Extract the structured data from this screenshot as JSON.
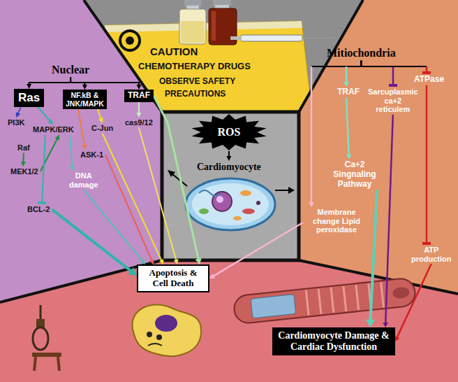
{
  "diagram": {
    "nodes": [
      {
        "text": [
          "Nuclear"
        ]
      },
      {
        "text": [
          "Ras"
        ]
      },
      {
        "text": [
          "NF.kB",
          "&",
          "JNK/MAPK"
        ]
      },
      {
        "text": [
          "TRAF"
        ]
      },
      {
        "text": [
          "PI3K"
        ]
      },
      {
        "text": [
          "MAPK/ERK"
        ]
      },
      {
        "text": [
          "Raf"
        ]
      },
      {
        "text": [
          "C-Jun"
        ]
      },
      {
        "text": [
          "cas9/12"
        ]
      },
      {
        "text": [
          "ASK-1"
        ]
      },
      {
        "text": [
          "MEK1/2"
        ]
      },
      {
        "text": [
          "DNA damage"
        ]
      },
      {
        "text": [
          "BCL-2"
        ]
      },
      {
        "text": [
          "ROS"
        ]
      },
      {
        "text": [
          "Cardiomyocyte"
        ]
      },
      {
        "text": [
          "Mitiochondria"
        ]
      },
      {
        "text": [
          "TRAF"
        ]
      },
      {
        "text": [
          "Sarcuplasmic ca+2 reticulem"
        ]
      },
      {
        "text": [
          "ATPase"
        ]
      },
      {
        "text": [
          "Ca+2 Singnaling Pathway"
        ]
      },
      {
        "text": [
          "Membrane change Lipid peroxidase"
        ]
      },
      {
        "text": [
          "ATP production"
        ]
      },
      {
        "text": [
          "Apoptosis & Cell Death"
        ]
      },
      {
        "text": [
          "Cardiomyocyte Damage & Cardiac Dysfunction"
        ]
      }
    ],
    "edges": [
      {
        "from": 0,
        "to": 1,
        "arrow": "to"
      },
      {
        "from": 0,
        "to": 2,
        "arrow": "to"
      },
      {
        "from": 0,
        "to": 3,
        "arrow": "to"
      },
      {
        "from": 1,
        "to": 4,
        "arrow": "to"
      },
      {
        "from": 1,
        "to": 5,
        "arrow": "to"
      },
      {
        "from": 6,
        "to": 10,
        "arrow": "to"
      },
      {
        "from": 10,
        "to": 5,
        "arrow": "to"
      },
      {
        "from": 5,
        "to": 12,
        "arrow": "to"
      },
      {
        "from": 5,
        "to": 11,
        "arrow": "to"
      },
      {
        "from": 11,
        "to": 22,
        "arrow": "to"
      },
      {
        "from": 12,
        "to": 22,
        "arrow": "to"
      },
      {
        "from": 2,
        "to": 7,
        "arrow": "to"
      },
      {
        "from": 2,
        "to": 9,
        "arrow": "to"
      },
      {
        "from": 7,
        "to": 22,
        "arrow": "to"
      },
      {
        "from": 9,
        "to": 22,
        "arrow": "to"
      },
      {
        "from": 3,
        "to": 8,
        "arrow": "to"
      },
      {
        "from": 8,
        "to": 22,
        "arrow": "to"
      },
      {
        "from": 3,
        "to": 22,
        "arrow": "to"
      },
      {
        "from": 13,
        "to": 14,
        "arrow": "to"
      },
      {
        "from": 15,
        "to": 20,
        "arrow": "to"
      },
      {
        "from": 15,
        "to": 16,
        "arrow": "to"
      },
      {
        "from": 15,
        "to": 17,
        "arrow": "to"
      },
      {
        "from": 15,
        "to": 18,
        "arrow": "to"
      },
      {
        "from": 16,
        "to": 19,
        "arrow": "to"
      },
      {
        "from": 19,
        "to": 23,
        "arrow": "to"
      },
      {
        "from": 17,
        "to": 23,
        "arrow": "to"
      },
      {
        "from": 18,
        "to": 21,
        "arrow": "to"
      },
      {
        "from": 21,
        "to": 23,
        "arrow": "to"
      },
      {
        "from": 20,
        "to": 22,
        "arrow": "to"
      }
    ],
    "labels": [
      "CAUTION",
      "CHEMOTHERAPY DRUGS",
      "OBSERVE SAFETY",
      "PRECAUTIONS"
    ]
  }
}
